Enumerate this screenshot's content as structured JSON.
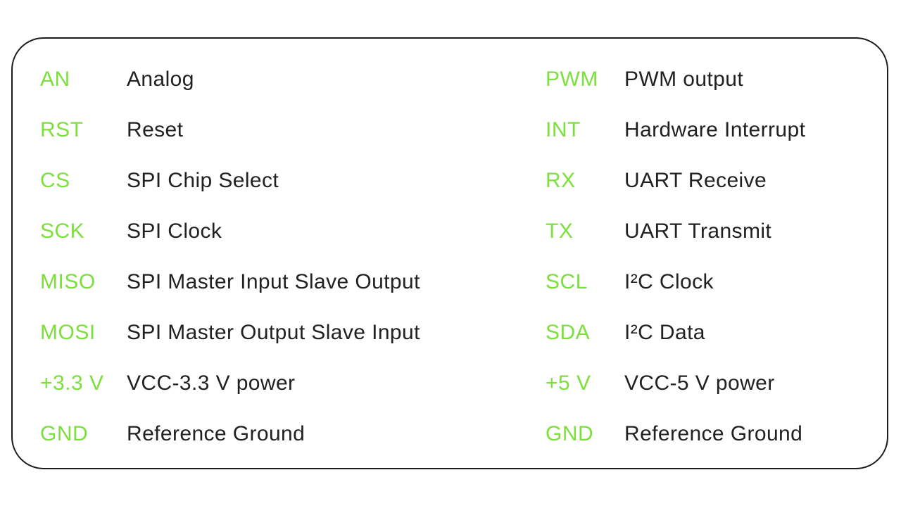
{
  "colors": {
    "abbr_green": "#7ce03c",
    "description_text": "#212121",
    "border": "#1c1c1c",
    "background": "#ffffff"
  },
  "legend": {
    "columns": [
      {
        "entries": [
          {
            "abbr": "AN",
            "desc": "Analog"
          },
          {
            "abbr": "RST",
            "desc": "Reset"
          },
          {
            "abbr": "CS",
            "desc": "SPI Chip Select"
          },
          {
            "abbr": "SCK",
            "desc": "SPI Clock"
          },
          {
            "abbr": "MISO",
            "desc": "SPI Master Input Slave Output"
          },
          {
            "abbr": "MOSI",
            "desc": "SPI Master Output Slave Input"
          },
          {
            "abbr": "+3.3 V",
            "desc": "VCC-3.3 V power"
          },
          {
            "abbr": "GND",
            "desc": "Reference Ground"
          }
        ]
      },
      {
        "entries": [
          {
            "abbr": "PWM",
            "desc": "PWM output"
          },
          {
            "abbr": "INT",
            "desc": "Hardware Interrupt"
          },
          {
            "abbr": "RX",
            "desc": "UART Receive"
          },
          {
            "abbr": "TX",
            "desc": "UART Transmit"
          },
          {
            "abbr": "SCL",
            "desc": "I²C Clock"
          },
          {
            "abbr": "SDA",
            "desc": "I²C Data"
          },
          {
            "abbr": "+5 V",
            "desc": "VCC-5 V power"
          },
          {
            "abbr": "GND",
            "desc": "Reference Ground"
          }
        ]
      }
    ]
  }
}
